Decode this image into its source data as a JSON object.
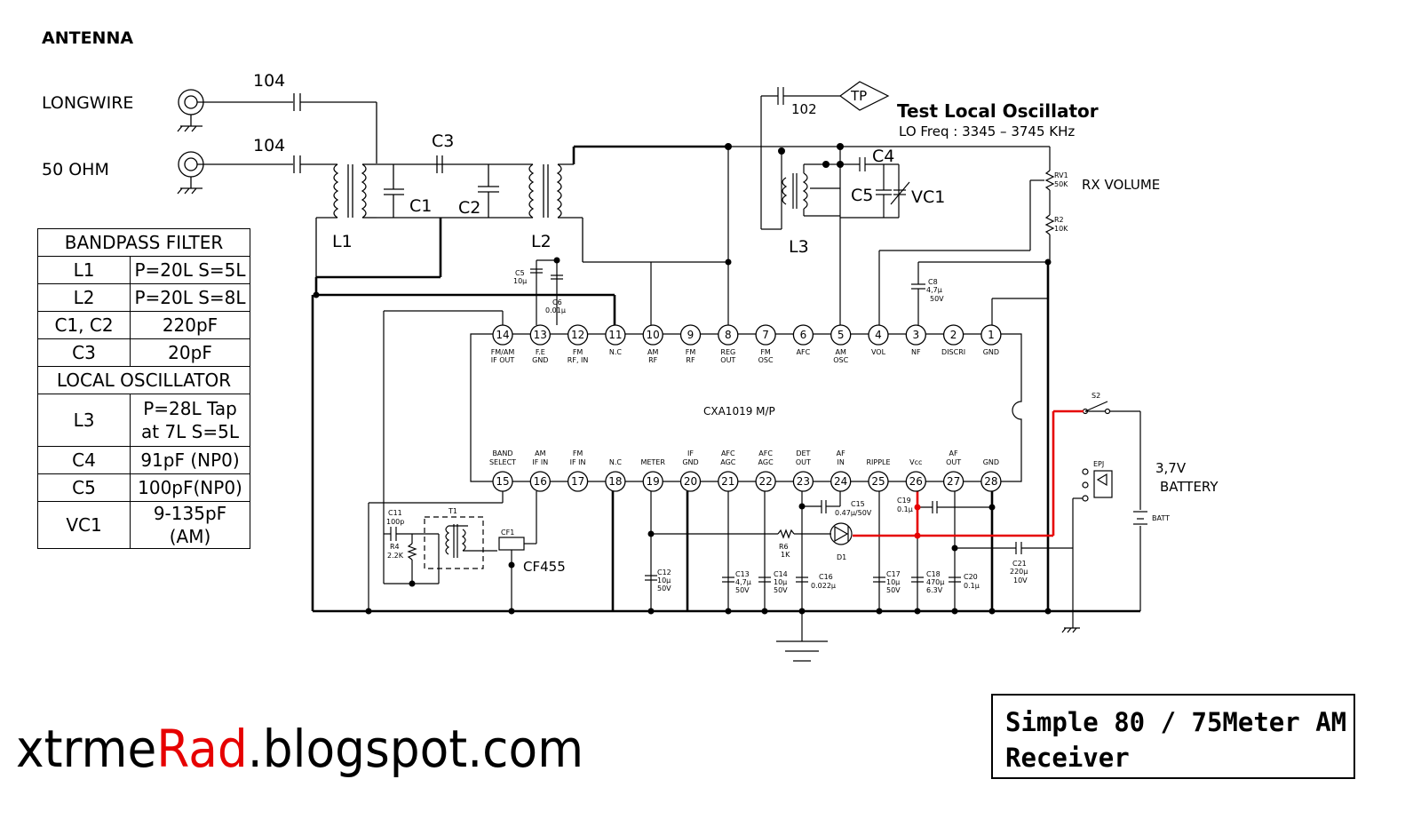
{
  "antenna_label": "ANTENNA",
  "inputs": [
    {
      "label": "LONGWIRE",
      "cap": "104"
    },
    {
      "label": "50 OHM",
      "cap": "104"
    }
  ],
  "components": {
    "c3": "C3",
    "c1": "C1",
    "c2": "C2",
    "l1": "L1",
    "l2": "L2",
    "l3": "L3",
    "c4": "C4",
    "c5": "C5",
    "vc1": "VC1",
    "cap102": "102",
    "tp": "TP",
    "rv1": "RV1",
    "rv1_val": "50K",
    "r2": "R2",
    "r2_val": "10K",
    "c5s": "C5",
    "c5s_val": "10μ",
    "c6": "C6",
    "c6_val": "0.01μ",
    "c8": "C8",
    "c8_val": "4,7μ",
    "c8_v": "50V",
    "c11": "C11",
    "c11_val": "100p",
    "r4": "R4",
    "r4_val": "2.2K",
    "t1": "T1",
    "cf1": "CF1",
    "cf455": "CF455",
    "c12": "C12",
    "c12_val": "10μ",
    "c12_v": "50V",
    "c13": "C13",
    "c13_val": "4,7μ",
    "c13_v": "50V",
    "c14": "C14",
    "c14_val": "10μ",
    "c14_v": "50V",
    "c16": "C16",
    "c16_val": "0.022μ",
    "c15": "C15",
    "c15_val": "0.47μ/50V",
    "r6": "R6",
    "r6_val": "1K",
    "d1": "D1",
    "c17": "C17",
    "c17_val": "10μ",
    "c17_v": "50V",
    "c18": "C18",
    "c18_val": "470μ",
    "c18_v": "6.3V",
    "c19": "C19",
    "c19_val": "0.1μ",
    "c20": "C20",
    "c20_val": "0.1μ",
    "c21": "C21",
    "c21_val": "220μ",
    "c21_v": "10V",
    "s2": "S2",
    "epj": "EPJ",
    "batt": "BATT"
  },
  "test_osc": {
    "title": "Test Local Oscillator",
    "freq": "LO Freq : 3345  – 3745 KHz"
  },
  "rx_volume": "RX VOLUME",
  "battery": {
    "voltage": "3,7V",
    "label": "BATTERY"
  },
  "ic": {
    "name": "CXA1019 M/P",
    "top_pins": [
      {
        "n": "14",
        "l1": "FM/AM",
        "l2": "IF OUT"
      },
      {
        "n": "13",
        "l1": "F.E",
        "l2": "GND"
      },
      {
        "n": "12",
        "l1": "FM",
        "l2": "RF, IN"
      },
      {
        "n": "11",
        "l1": "N.C",
        "l2": ""
      },
      {
        "n": "10",
        "l1": "AM",
        "l2": "RF"
      },
      {
        "n": "9",
        "l1": "FM",
        "l2": "RF"
      },
      {
        "n": "8",
        "l1": "REG",
        "l2": "OUT"
      },
      {
        "n": "7",
        "l1": "FM",
        "l2": "OSC"
      },
      {
        "n": "6",
        "l1": "AFC",
        "l2": ""
      },
      {
        "n": "5",
        "l1": "AM",
        "l2": "OSC"
      },
      {
        "n": "4",
        "l1": "VOL",
        "l2": ""
      },
      {
        "n": "3",
        "l1": "NF",
        "l2": ""
      },
      {
        "n": "2",
        "l1": "DISCRI",
        "l2": ""
      },
      {
        "n": "1",
        "l1": "GND",
        "l2": ""
      }
    ],
    "bottom_pins": [
      {
        "n": "15",
        "l1": "BAND",
        "l2": "SELECT"
      },
      {
        "n": "16",
        "l1": "AM",
        "l2": "IF IN"
      },
      {
        "n": "17",
        "l1": "FM",
        "l2": "IF IN"
      },
      {
        "n": "18",
        "l1": "",
        "l2": "N.C"
      },
      {
        "n": "19",
        "l1": "",
        "l2": "METER"
      },
      {
        "n": "20",
        "l1": "IF",
        "l2": "GND"
      },
      {
        "n": "21",
        "l1": "AFC",
        "l2": "AGC"
      },
      {
        "n": "22",
        "l1": "AFC",
        "l2": "AGC"
      },
      {
        "n": "23",
        "l1": "DET",
        "l2": "OUT"
      },
      {
        "n": "24",
        "l1": "AF",
        "l2": "IN"
      },
      {
        "n": "25",
        "l1": "",
        "l2": "RIPPLE"
      },
      {
        "n": "26",
        "l1": "",
        "l2": "Vcc"
      },
      {
        "n": "27",
        "l1": "AF",
        "l2": "OUT"
      },
      {
        "n": "28",
        "l1": "",
        "l2": "GND"
      }
    ]
  },
  "table": {
    "header": "BANDPASS FILTER",
    "rows": [
      {
        "k": "L1",
        "v": "P=20L S=5L"
      },
      {
        "k": "L2",
        "v": "P=20L S=8L"
      },
      {
        "k": "C1, C2",
        "v": "220pF"
      },
      {
        "k": "C3",
        "v": "20pF"
      }
    ],
    "header2": "LOCAL OSCILLATOR",
    "rows2": [
      {
        "k": "L3",
        "v": "P=28L Tap at 7L S=5L"
      },
      {
        "k": "C4",
        "v": "91pF (NP0)"
      },
      {
        "k": "C5",
        "v": "100pF(NP0)"
      },
      {
        "k": "VC1",
        "v": "9-135pF (AM)"
      }
    ]
  },
  "title_box": {
    "line1": "Simple 80 / 75Meter AM",
    "line2": "Receiver"
  },
  "site": {
    "prefix": "xtrme",
    "highlight": "Rad",
    "suffix": ".blogspot.com"
  },
  "colors": {
    "wire": "#000000",
    "highlight_wire": "#e60000"
  }
}
